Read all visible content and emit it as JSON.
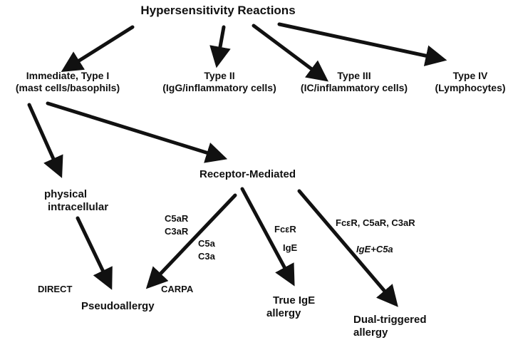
{
  "title": "Hypersensitivity Reactions",
  "types": [
    {
      "line1": "Immediate, Type I",
      "line2": "(mast cells/basophils)"
    },
    {
      "line1": "Type II",
      "line2": "(IgG/inflammatory cells)"
    },
    {
      "line1": "Type III",
      "line2": "(IC/inflammatory cells)"
    },
    {
      "line1": "Type IV",
      "line2": "(Lymphocytes)"
    }
  ],
  "branches": {
    "physical": {
      "line1": "physical",
      "line2": "intracellular"
    },
    "receptor": "Receptor-Mediated"
  },
  "edge_labels": {
    "direct": "DIRECT",
    "carpa": "CARPA",
    "c5ar": "C5aR",
    "c3ar": "C3aR",
    "c5a": "C5a",
    "c3a": "C3a",
    "fcer": "FcεR",
    "ige": "IgE",
    "dual_receptors": "FcεR, C5aR, C3aR",
    "dual_ligands": "IgE+C5a"
  },
  "outcomes": {
    "pseudo": "Pseudoallergy",
    "true_ige": {
      "line1": "True IgE",
      "line2": "allergy"
    },
    "dual": {
      "line1": "Dual-triggered",
      "line2": "allergy"
    }
  },
  "colors": {
    "ink": "#111111",
    "background": "#ffffff"
  }
}
